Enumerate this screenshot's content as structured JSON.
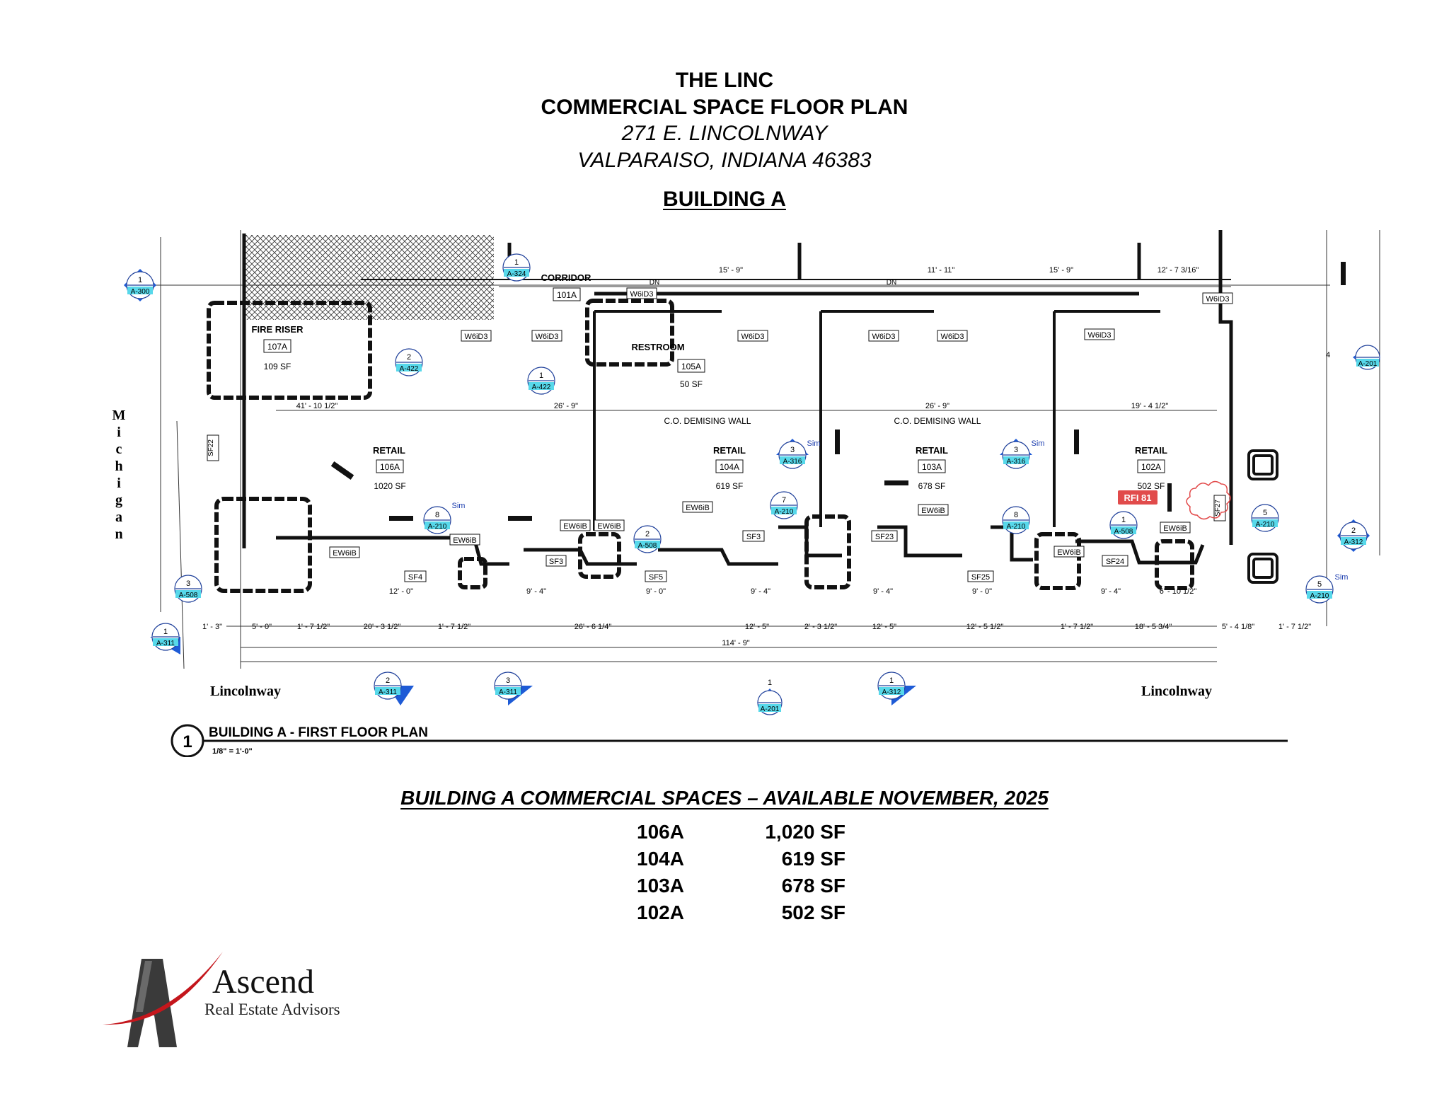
{
  "header": {
    "title": "THE LINC",
    "subtitle": "COMMERCIAL SPACE FLOOR PLAN",
    "address": "271 E. LINCOLNWAY",
    "city": "VALPARAISO, INDIANA 46383",
    "building": "BUILDING A"
  },
  "plan": {
    "caption_number": "1",
    "caption_title": "BUILDING A - FIRST FLOOR PLAN",
    "caption_scale": "1/8\" = 1'-0\"",
    "street_left": "Lincolnway",
    "street_right": "Lincolnway",
    "street_side": [
      "M",
      "i",
      "c",
      "h",
      "i",
      "g",
      "a",
      "n"
    ],
    "corridor_label": "CORRIDOR",
    "corridor_id": "101A",
    "rooms": [
      {
        "type": "FIRE RISER",
        "id": "107A",
        "sf": "109 SF"
      },
      {
        "type": "RESTROOM",
        "id": "105A",
        "sf": "50 SF"
      },
      {
        "type": "RETAIL",
        "id": "106A",
        "sf": "1020 SF"
      },
      {
        "type": "RETAIL",
        "id": "104A",
        "sf": "619 SF"
      },
      {
        "type": "RETAIL",
        "id": "103A",
        "sf": "678 SF"
      },
      {
        "type": "RETAIL",
        "id": "102A",
        "sf": "502 SF"
      }
    ],
    "demising_wall": "C.O. DEMISING WALL",
    "rfi": "RFI 81",
    "overall_dim": "114' - 9\"",
    "dims_top": [
      "41' - 10 1/2\"",
      "26' - 9\"",
      "26' - 9\"",
      "19' - 4 1/2\"",
      "15' - 9\"",
      "11' - 11\"",
      "15' - 9\"",
      "12' - 7 3/16\""
    ],
    "dims_bottom": [
      "12' - 0\"",
      "9' - 4\"",
      "9' - 0\"",
      "9' - 4\"",
      "9' - 4\"",
      "9' - 0\"",
      "9' - 4\"",
      "6' - 10 1/2\""
    ],
    "dims_chain": [
      "1' - 3\"",
      "5' - 0\"",
      "1' - 7 1/2\"",
      "20' - 3 1/2\"",
      "1' - 7 1/2\"",
      "26' - 6 1/4\"",
      "12' - 5\"",
      "2' - 3 1/2\"",
      "12' - 5\"",
      "12' - 5 1/2\"",
      "1' - 7 1/2\"",
      "18' - 5 3/4\"",
      "5' - 4 1/8\"",
      "1' - 7 1/2\""
    ],
    "wall_tags": [
      "W6iD3",
      "W6iD3",
      "W6iD3",
      "W6iD3",
      "W6iD3",
      "W6iD3",
      "W6iD3",
      "W6iD3",
      "EW6iB",
      "EW6iB",
      "EW6iB",
      "EW6iB",
      "EW6iB",
      "EW6iB",
      "EW6iB",
      "EW6iB"
    ],
    "sf_tags": [
      "SF3",
      "SF4",
      "SF5",
      "SF3",
      "SF23",
      "SF25",
      "SF24",
      "SF22",
      "SF27"
    ],
    "refs": [
      {
        "n": "1",
        "s": "A-300"
      },
      {
        "n": "1",
        "s": "A-324"
      },
      {
        "n": "2",
        "s": "A-422"
      },
      {
        "n": "1",
        "s": "A-422"
      },
      {
        "n": "3",
        "s": "A-316"
      },
      {
        "n": "3",
        "s": "A-316"
      },
      {
        "n": "8",
        "s": "A-210"
      },
      {
        "n": "2",
        "s": "A-508"
      },
      {
        "n": "7",
        "s": "A-210"
      },
      {
        "n": "8",
        "s": "A-210"
      },
      {
        "n": "1",
        "s": "A-508"
      },
      {
        "n": "5",
        "s": "A-210"
      },
      {
        "n": "2",
        "s": "A-312"
      },
      {
        "n": "5",
        "s": "A-210"
      },
      {
        "n": "3",
        "s": "A-508"
      },
      {
        "n": "1",
        "s": "A-311"
      },
      {
        "n": "2",
        "s": "A-311"
      },
      {
        "n": "3",
        "s": "A-311"
      },
      {
        "n": "1",
        "s": "A-201"
      },
      {
        "n": "1",
        "s": "A-312"
      },
      {
        "n": "4",
        "s": "A-201"
      }
    ],
    "sim": "Sim",
    "dn": "DN"
  },
  "availability": {
    "title": "BUILDING A COMMERCIAL SPACES – AVAILABLE NOVEMBER, 2025",
    "units": [
      {
        "id": "106A",
        "sf": "1,020 SF"
      },
      {
        "id": "104A",
        "sf": "619 SF"
      },
      {
        "id": "103A",
        "sf": "678 SF"
      },
      {
        "id": "102A",
        "sf": "502 SF"
      }
    ]
  },
  "logo": {
    "name": "Ascend",
    "sub": "Real Estate Advisors",
    "colors": {
      "red": "#c4161c",
      "dark": "#3a3a3a"
    }
  }
}
